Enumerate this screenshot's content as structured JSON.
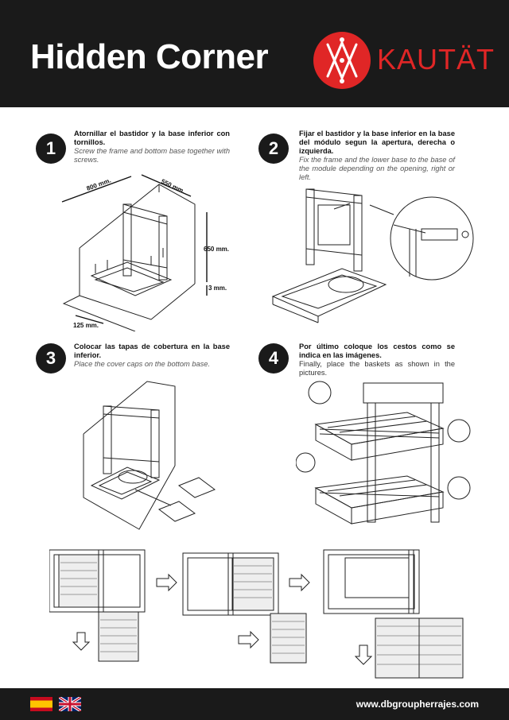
{
  "header": {
    "title": "Hidden Corner",
    "brand": "KAUTÄT"
  },
  "steps": [
    {
      "number": "1",
      "text_es": "Atornillar el bastidor y la base inferior con tornillos.",
      "text_en": "Screw the frame and bottom base together with screws.",
      "dimensions": [
        "800 mm.",
        "550 mm.",
        "650 mm.",
        "3 mm.",
        "125 mm."
      ]
    },
    {
      "number": "2",
      "text_es": "Fijar el bastidor y la base inferior en la base del módulo segun la apertura, derecha o izquierda.",
      "text_en": "Fix the frame and the lower base to the base of the module depending on the opening, right or left."
    },
    {
      "number": "3",
      "text_es": "Colocar las tapas de cobertura en la base inferior.",
      "text_en": "Place the cover caps on the bottom base."
    },
    {
      "number": "4",
      "text_es": "Por último coloque los cestos como se indica en las imágenes.",
      "text_en": "Finally, place the baskets as shown in the pictures."
    }
  ],
  "footer": {
    "website": "www.dbgroupherrajes.com",
    "languages": [
      "es-flag-icon",
      "uk-flag-icon"
    ]
  },
  "colors": {
    "header_bg": "#1a1a1a",
    "brand_red": "#e02626",
    "text": "#111111"
  }
}
